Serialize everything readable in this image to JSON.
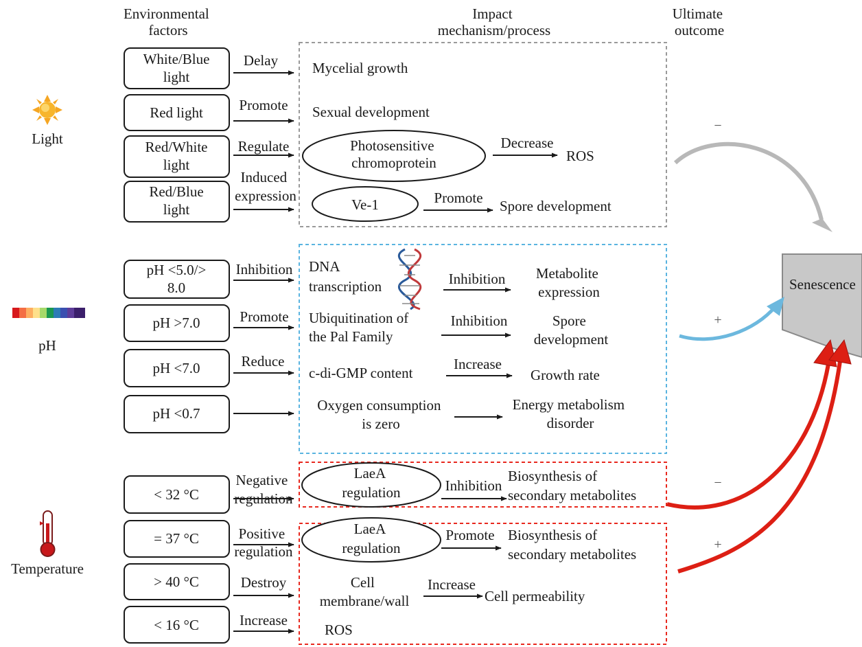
{
  "headers": {
    "factors": [
      "Environmental",
      "factors"
    ],
    "mechanism": [
      "Impact",
      "mechanism/process"
    ],
    "outcome": [
      "Ultimate",
      "outcome"
    ]
  },
  "categories": {
    "light": "Light",
    "ph": "pH",
    "temperature": "Temperature"
  },
  "factor_boxes": [
    [
      "White/Blue",
      "light"
    ],
    [
      "Red light"
    ],
    [
      "Red/White",
      "light"
    ],
    [
      "Red/Blue",
      "light"
    ],
    [
      "pH <5.0/>",
      "8.0"
    ],
    [
      "pH >7.0"
    ],
    [
      "pH <7.0"
    ],
    [
      "pH <0.7"
    ],
    [
      "< 32 °C"
    ],
    [
      "= 37 °C"
    ],
    [
      "> 40 °C"
    ],
    [
      "< 16 °C"
    ]
  ],
  "actions": [
    [
      "Delay"
    ],
    [
      "Promote"
    ],
    [
      "Regulate"
    ],
    [
      "Induced",
      "expression"
    ],
    [
      "Inhibition"
    ],
    [
      "Promote"
    ],
    [
      "Reduce"
    ],
    [],
    [
      "Negative",
      "regulation"
    ],
    [
      "Positive",
      "regulation"
    ],
    [
      "Destroy"
    ],
    [
      "Increase"
    ]
  ],
  "light_group": {
    "mycelial": "Mycelial growth",
    "sexual": "Sexual development",
    "photo": [
      "Photosensitive",
      "chromoprotein"
    ],
    "photo_effect": "Decrease",
    "photo_result": "ROS",
    "ve1": "Ve-1",
    "ve1_effect": "Promote",
    "ve1_result": "Spore development"
  },
  "ph_group": {
    "dna": [
      "DNA",
      "transcription"
    ],
    "dna_effect": "Inhibition",
    "dna_result": [
      "Metabolite",
      "expression"
    ],
    "ubiq": [
      "Ubiquitination of",
      "the Pal Family"
    ],
    "ubiq_effect": "Inhibition",
    "ubiq_result": [
      "Spore",
      "development"
    ],
    "cdigmp": "c-di-GMP content",
    "cdigmp_effect": "Increase",
    "cdigmp_result": "Growth rate",
    "oxygen": [
      "Oxygen consumption",
      "is zero"
    ],
    "oxygen_result": [
      "Energy metabolism",
      "disorder"
    ]
  },
  "temp_group": {
    "laea1": [
      "LaeA",
      "regulation"
    ],
    "laea1_effect": "Inhibition",
    "laea1_result": [
      "Biosynthesis of",
      "secondary metabolites"
    ],
    "laea2": [
      "LaeA",
      "regulation"
    ],
    "laea2_effect": "Promote",
    "laea2_result": [
      "Biosynthesis of",
      "secondary metabolites"
    ],
    "cell": [
      "Cell",
      "membrane/wall"
    ],
    "cell_effect": "Increase",
    "cell_result": "Cell permeability",
    "ros": "ROS"
  },
  "outcome": {
    "label": "Senescence",
    "light_sign": "−",
    "ph_sign": "+",
    "temp_low_sign": "−",
    "temp_high_sign": "+"
  },
  "colors": {
    "text": "#1a1a1a",
    "light_box_border": "#9a9a9a",
    "ph_box_border": "#5ab4e0",
    "temp_box_border": "#e8281e",
    "light_arrow": "#b8b8b8",
    "ph_arrow": "#6cb8de",
    "temp_arrow": "#dd1f14",
    "senescence_fill": "#c8c8c8"
  }
}
